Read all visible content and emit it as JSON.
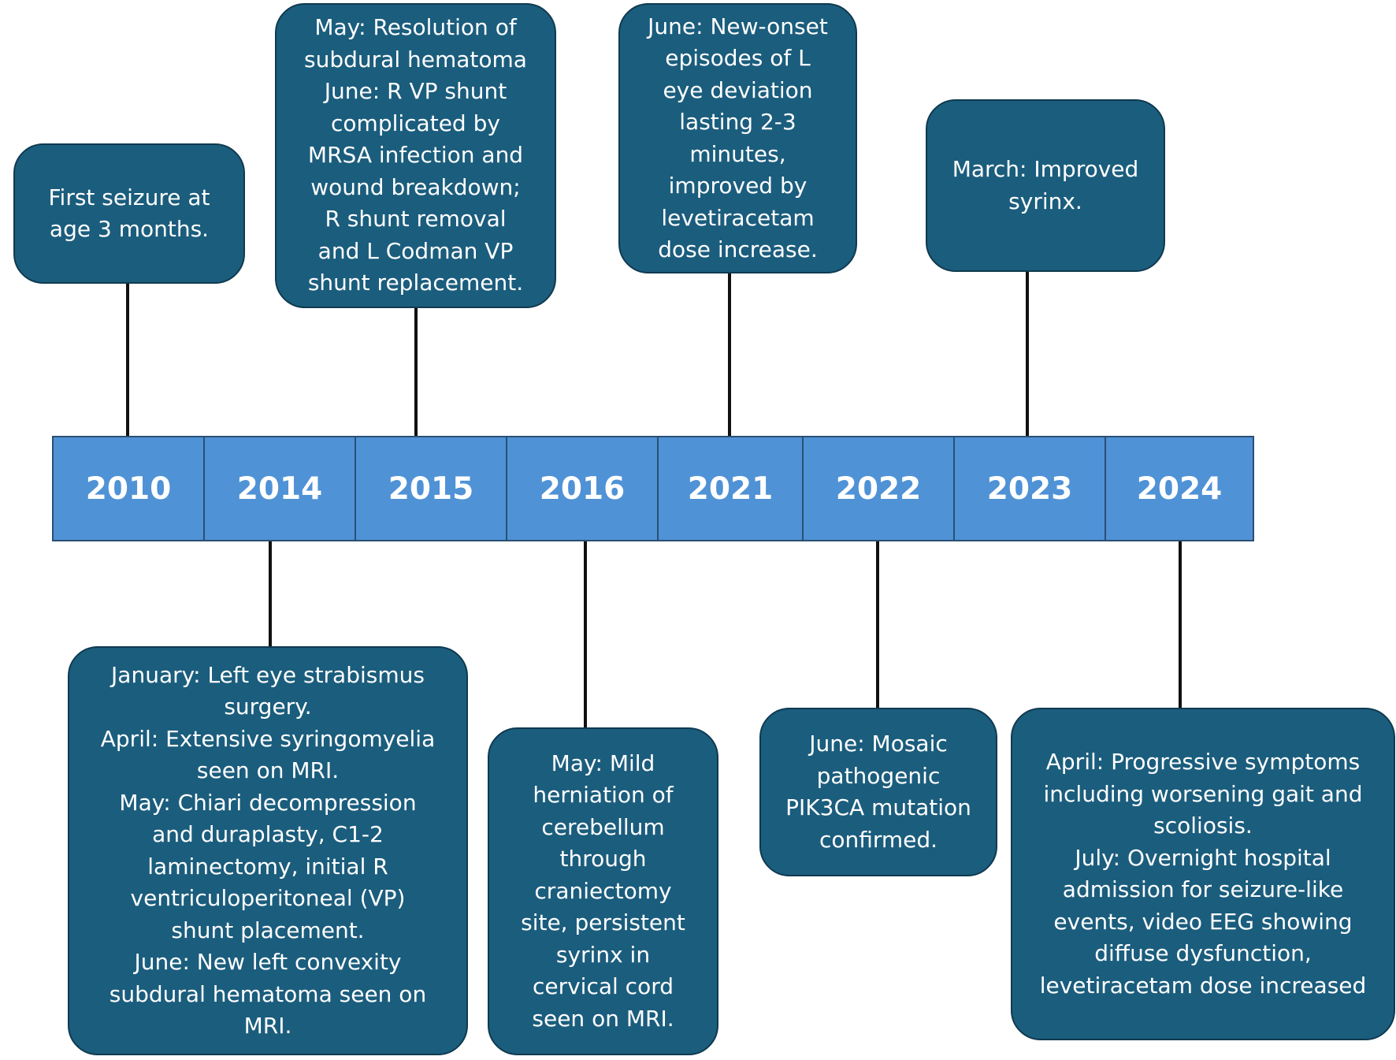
{
  "years": [
    "2010",
    "2014",
    "2015",
    "2016",
    "2021",
    "2022",
    "2023",
    "2024"
  ],
  "events_above": {
    "y2010": [
      "First seizure at",
      "age 3 months."
    ],
    "y2015": [
      "May: Resolution of",
      "subdural hematoma",
      "June: R VP shunt",
      "complicated by",
      "MRSA infection and",
      "wound breakdown;",
      "R shunt removal",
      "and L Codman VP",
      "shunt replacement."
    ],
    "y2021": [
      "June: New-onset",
      "episodes of L",
      "eye deviation",
      "lasting 2-3",
      "minutes,",
      "improved by",
      "levetiracetam",
      "dose increase."
    ],
    "y2023": [
      "March: Improved",
      "syrinx."
    ]
  },
  "events_below": {
    "y2014": [
      "January: Left eye strabismus",
      "surgery.",
      "April: Extensive syringomyelia",
      "seen on MRI.",
      "May: Chiari decompression",
      "and duraplasty, C1-2",
      "laminectomy, initial R",
      "ventriculoperitoneal (VP)",
      "shunt placement.",
      "June: New left convexity",
      "subdural hematoma seen on",
      "MRI."
    ],
    "y2016": [
      "May: Mild",
      "herniation of",
      "cerebellum",
      "through",
      "craniectomy",
      "site, persistent",
      "syrinx in",
      "cervical cord",
      "seen on MRI."
    ],
    "y2022": [
      "June: Mosaic",
      "pathogenic",
      "PIK3CA mutation",
      "confirmed."
    ],
    "y2024": [
      "April: Progressive symptoms",
      "including worsening gait and",
      "scoliosis.",
      "July: Overnight hospital",
      "admission for seizure-like",
      "events, video EEG showing",
      "diffuse dysfunction,",
      "levetiracetam dose increased"
    ]
  },
  "colors": {
    "box_fill": "#1b5d7d",
    "box_border": "#0f3a50",
    "bar_fill": "#4f92d6",
    "bar_border": "#2a4f73",
    "connector": "#111111"
  }
}
